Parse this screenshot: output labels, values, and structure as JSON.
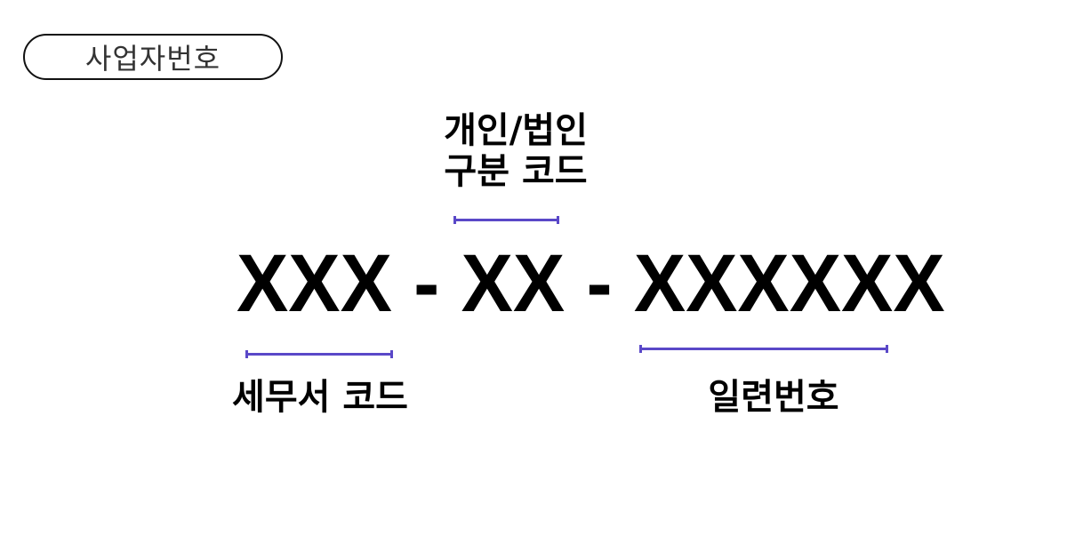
{
  "badge": {
    "label": "사업자번호"
  },
  "format": {
    "part1": "XXX",
    "sep1": " - ",
    "part2": "XX",
    "sep2": " - ",
    "part3": "XXXXXX"
  },
  "labels": {
    "middle_line1": "개인/법인",
    "middle_line2": "구분 코드",
    "left": "세무서 코드",
    "right": "일련번호"
  },
  "colors": {
    "bracket": "#5a48c8",
    "text": "#000000",
    "badge_text": "#333333"
  }
}
